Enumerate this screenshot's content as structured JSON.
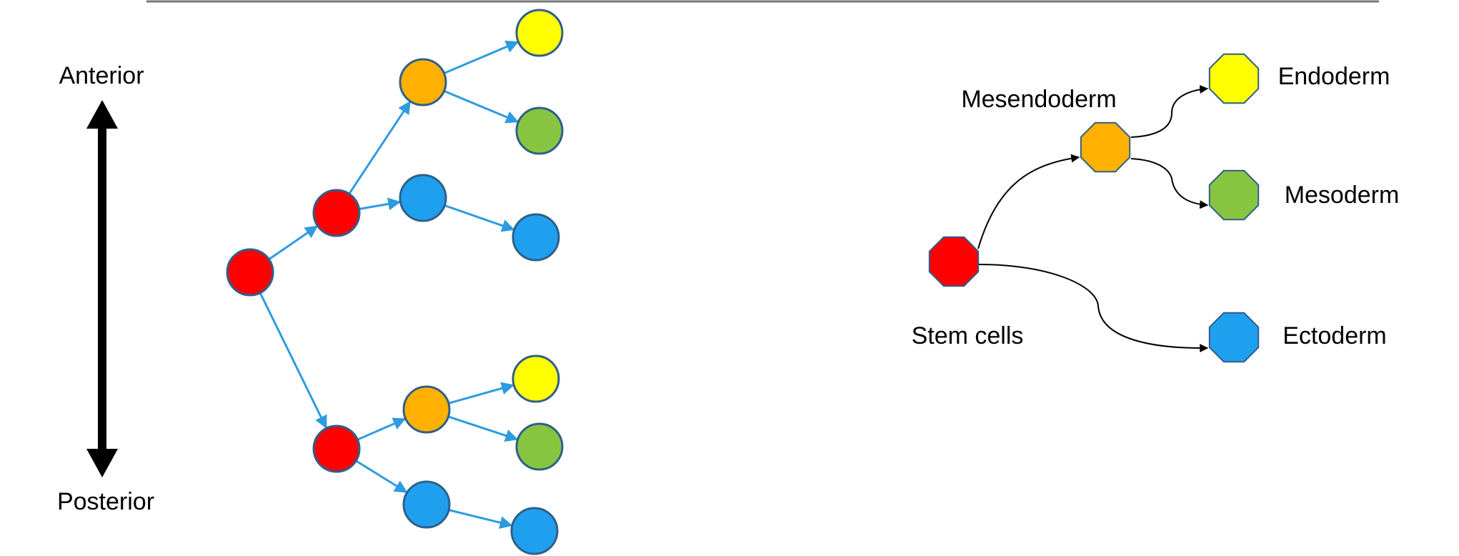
{
  "axis": {
    "top_label": "Anterior",
    "bottom_label": "Posterior"
  },
  "lineage_tree": {
    "nodes": [
      {
        "id": "root",
        "fate": "stem"
      },
      {
        "id": "a1",
        "fate": "stem"
      },
      {
        "id": "a2",
        "fate": "stem"
      },
      {
        "id": "m1",
        "fate": "mesendoderm"
      },
      {
        "id": "e1",
        "fate": "ectoderm"
      },
      {
        "id": "m2",
        "fate": "mesendoderm"
      },
      {
        "id": "e2",
        "fate": "ectoderm"
      },
      {
        "id": "l1",
        "fate": "endoderm"
      },
      {
        "id": "l2",
        "fate": "mesoderm"
      },
      {
        "id": "l3",
        "fate": "ectoderm"
      },
      {
        "id": "l4",
        "fate": "endoderm"
      },
      {
        "id": "l5",
        "fate": "mesoderm"
      },
      {
        "id": "l6",
        "fate": "ectoderm"
      }
    ],
    "edges": [
      [
        "root",
        "a1"
      ],
      [
        "root",
        "a2"
      ],
      [
        "a1",
        "m1"
      ],
      [
        "a1",
        "e1"
      ],
      [
        "m1",
        "l1"
      ],
      [
        "m1",
        "l2"
      ],
      [
        "e1",
        "l3"
      ],
      [
        "a2",
        "m2"
      ],
      [
        "a2",
        "e2"
      ],
      [
        "m2",
        "l4"
      ],
      [
        "m2",
        "l5"
      ],
      [
        "e2",
        "l6"
      ]
    ]
  },
  "fate_map": {
    "nodes": [
      {
        "id": "stem",
        "label": "Stem cells",
        "fate": "stem"
      },
      {
        "id": "mesendoderm",
        "label": "Mesendoderm",
        "fate": "mesendoderm"
      },
      {
        "id": "endoderm",
        "label": "Endoderm",
        "fate": "endoderm"
      },
      {
        "id": "mesoderm",
        "label": "Mesoderm",
        "fate": "mesoderm"
      },
      {
        "id": "ectoderm",
        "label": "Ectoderm",
        "fate": "ectoderm"
      }
    ],
    "edges": [
      [
        "stem",
        "mesendoderm"
      ],
      [
        "stem",
        "ectoderm"
      ],
      [
        "mesendoderm",
        "endoderm"
      ],
      [
        "mesendoderm",
        "mesoderm"
      ]
    ]
  },
  "colors": {
    "stem": "#ff0000",
    "mesendoderm": "#ffb000",
    "endoderm": "#ffff00",
    "mesoderm": "#87c540",
    "ectoderm": "#1fa0ee",
    "tree_edge": "#2e9be0",
    "node_stroke": "#2f5f8a",
    "arrow": "#000000",
    "rule": "#777777"
  }
}
